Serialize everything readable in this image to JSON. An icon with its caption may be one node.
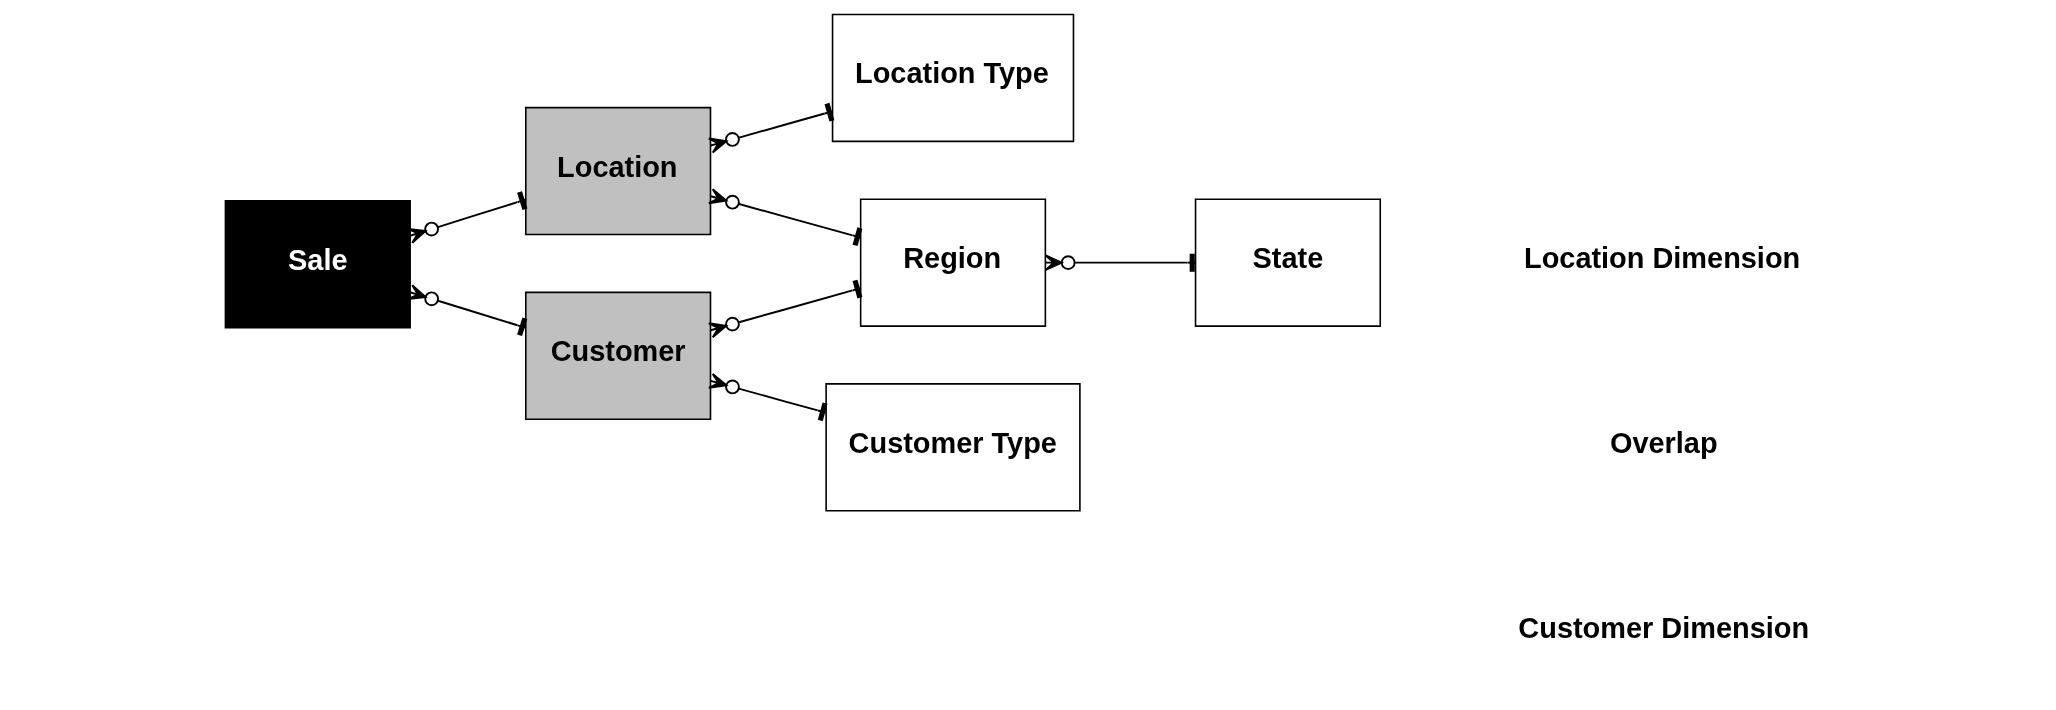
{
  "diagram": {
    "nodes": [
      {
        "text": [
          "Location"
        ]
      },
      {
        "text": [
          "Location Type"
        ]
      },
      {
        "text": [
          "Sale"
        ]
      },
      {
        "text": [
          "Region"
        ]
      },
      {
        "text": [
          "State"
        ]
      },
      {
        "text": [
          "Customer"
        ]
      },
      {
        "text": [
          "Customer Type"
        ]
      }
    ],
    "edges": [
      {
        "from": 0,
        "to": 2,
        "arrow": "other"
      },
      {
        "from": 5,
        "to": 2,
        "arrow": "other"
      },
      {
        "from": 1,
        "to": 0,
        "arrow": "other"
      },
      {
        "from": 3,
        "to": 0,
        "arrow": "other"
      },
      {
        "from": 3,
        "to": 5,
        "arrow": "other"
      },
      {
        "from": 6,
        "to": 5,
        "arrow": "other"
      },
      {
        "from": 4,
        "to": 3,
        "arrow": "other"
      }
    ],
    "labels": [
      "Location Dimension",
      "Overlap",
      "Customer Dimension"
    ]
  }
}
